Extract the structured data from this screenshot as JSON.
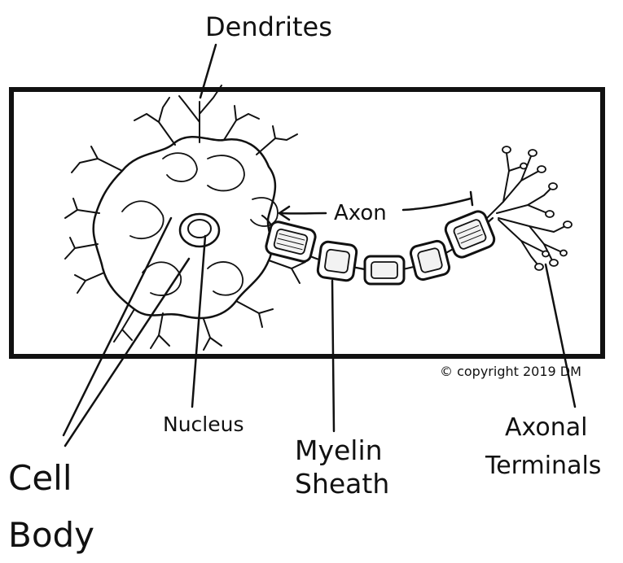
{
  "labels": {
    "dendrites": "Dendrites",
    "axon": "Axon",
    "cell_body_line1": "Cell",
    "cell_body_line2": "Body",
    "nucleus": "Nucleus",
    "myelin_line1": "Myelin",
    "myelin_line2": "Sheath",
    "terminals_line1": "Axonal",
    "terminals_line2": "Terminals",
    "copyright": "© copyright 2019 DM"
  },
  "colors": {
    "ink": "#111111",
    "background": "#ffffff",
    "myelin_fill": "#f2f2f2"
  }
}
